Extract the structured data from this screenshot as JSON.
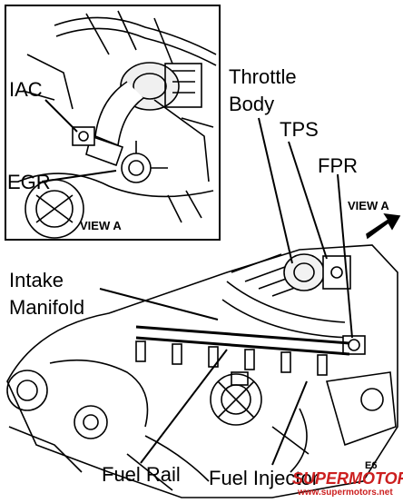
{
  "inset": {
    "view_caption": "VIEW A",
    "labels": {
      "iac": "IAC",
      "egr": "EGR"
    }
  },
  "main": {
    "labels": {
      "throttle_line1": "Throttle",
      "throttle_line2": "Body",
      "tps": "TPS",
      "fpr": "FPR",
      "view_a_arrow": "VIEW A",
      "intake_line1": "Intake",
      "intake_line2": "Manifold",
      "fuel_rail": "Fuel Rail",
      "fuel_injector": "Fuel Injector",
      "corner_code": "E6"
    }
  },
  "watermark": {
    "brand": "SUPERMOTORS",
    "url": "www.supermotors.net",
    "color": "#cc1f1f"
  }
}
